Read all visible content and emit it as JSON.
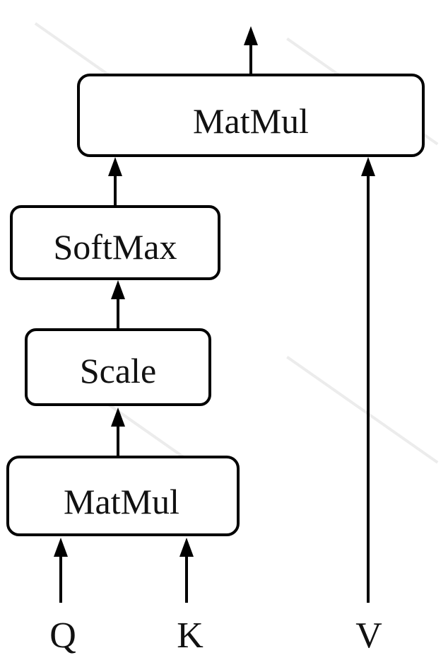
{
  "nodes": {
    "matmul_top": "MatMul",
    "softmax": "SoftMax",
    "scale": "Scale",
    "matmul_bottom": "MatMul"
  },
  "inputs": {
    "q": "Q",
    "k": "K",
    "v": "V"
  },
  "colors": {
    "stroke": "#000000",
    "text": "#111111",
    "background": "#ffffff",
    "watermark": "#c8c8c8"
  }
}
